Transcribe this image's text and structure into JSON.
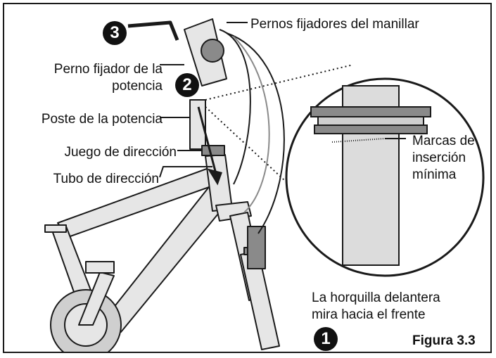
{
  "labels": {
    "handlebar_bolts": "Pernos fijadores del manillar",
    "stem_bolt_line1": "Perno fijador de la",
    "stem_bolt_line2": "potencia",
    "stem_post": "Poste de la potencia",
    "headset": "Juego de dirección",
    "head_tube": "Tubo de dirección",
    "min_insertion_line1": "Marcas de",
    "min_insertion_line2": "inserción",
    "min_insertion_line3": "mínima",
    "fork_line1": "La horquilla delantera",
    "fork_line2": "mira hacia el frente"
  },
  "badges": {
    "one": "1",
    "two": "2",
    "three": "3"
  },
  "caption": "Figura 3.3",
  "colors": {
    "line": "#1a1a1a",
    "fill": "#e6e6e6",
    "dark": "#8a8a8a",
    "badge": "#111111"
  }
}
